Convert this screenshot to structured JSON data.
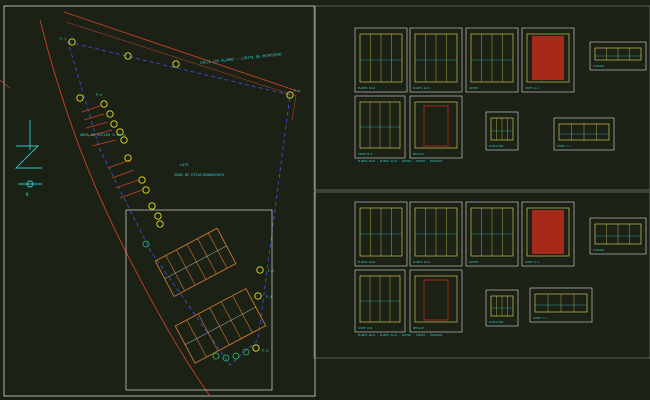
{
  "app": {
    "title": ""
  },
  "colors": {
    "background": "#1c2116",
    "frame": "#d8d8d8",
    "boundary_red": "#c8402a",
    "setback_blue": "#3a4fd0",
    "marker_yellow": "#e8e020",
    "text_cyan": "#30c8c8",
    "sheet_border": "#e8e060",
    "building_orange": "#d07830",
    "wall_red": "#c02a1a"
  },
  "site_plan": {
    "top_label": "CALLE LOS ALAMOS — LIMITE DE PROPIEDAD",
    "middle_label": "AREA DE RETIRO 5.00 m",
    "center_label_1": "LOTE",
    "center_label_2": "ZONA DE ESTACIONAMIENTO",
    "point_labels": [
      "P-1",
      "P-2",
      "P-3",
      "P-4",
      "P-5",
      "P-6"
    ],
    "north_arrow_icon": "north-arrow-icon",
    "scale_label": "N"
  },
  "sheet_groups": [
    {
      "caption": "PLANTA BAJA · PLANTA ALTA · AZOTEA · CORTES · FACHADAS",
      "sheets": [
        {
          "label": "PLANTA BAJA"
        },
        {
          "label": "PLANTA ALTA"
        },
        {
          "label": "AZOTEA"
        },
        {
          "label": "CORTE A-A"
        },
        {
          "label": "FACHADA"
        },
        {
          "label": "CORTE B-B"
        },
        {
          "label": "DETALLE"
        },
        {
          "label": "ELEVACION"
        },
        {
          "label": "CORTE C-C"
        }
      ]
    },
    {
      "caption": "PLANTA BAJA · PLANTA ALTA · AZOTEA · CORTES · FACHADAS",
      "sheets": [
        {
          "label": "PLANTA BAJA"
        },
        {
          "label": "PLANTA ALTA"
        },
        {
          "label": "AZOTEA"
        },
        {
          "label": "CORTE A-A"
        },
        {
          "label": "FACHADA"
        },
        {
          "label": "CORTE B-B"
        },
        {
          "label": "DETALLE"
        },
        {
          "label": "ELEVACION"
        },
        {
          "label": "CORTE C-C"
        }
      ]
    }
  ]
}
